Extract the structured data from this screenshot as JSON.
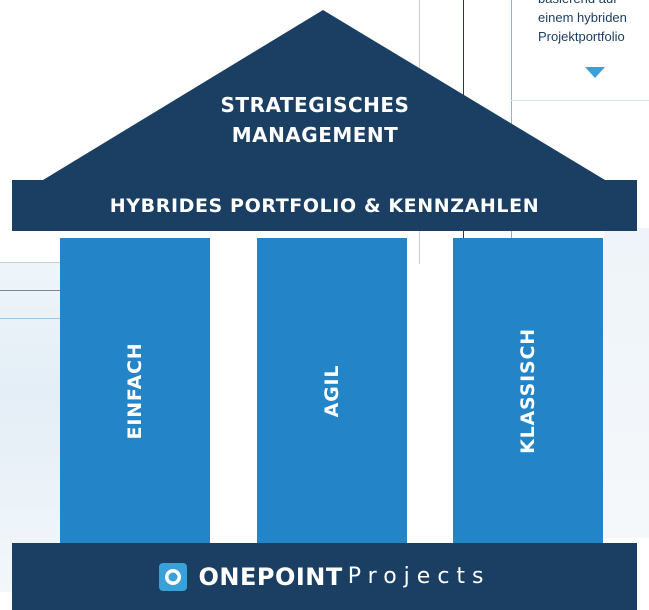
{
  "roof": {
    "line1": "STRATEGISCHES",
    "line2": "MANAGEMENT"
  },
  "beam": {
    "label": "HYBRIDES PORTFOLIO & KENNZAHLEN"
  },
  "pillars": [
    {
      "label": "EINFACH"
    },
    {
      "label": "AGIL"
    },
    {
      "label": "KLASSISCH"
    }
  ],
  "footer": {
    "logo_bold": "ONEPOINT",
    "logo_light": "Projects"
  },
  "corner_note": {
    "lines": [
      "basierend auf",
      "einem hybriden",
      "Projektportfolio"
    ]
  },
  "colors": {
    "navy": "#1b3f63",
    "pillar_blue": "#2385c8",
    "arrow_blue": "#3aa0d8"
  }
}
